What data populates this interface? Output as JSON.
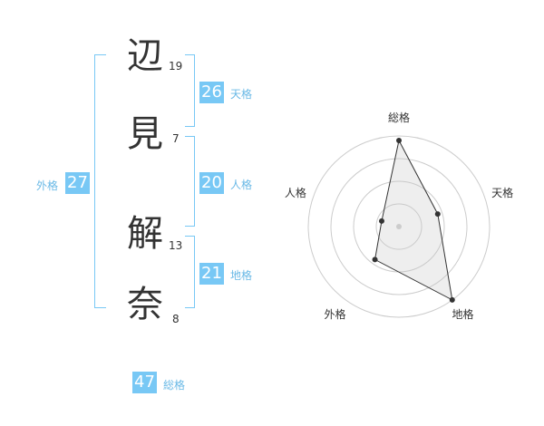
{
  "name_chars": [
    {
      "char": "辺",
      "strokes": "19"
    },
    {
      "char": "見",
      "strokes": "7"
    },
    {
      "char": "解",
      "strokes": "13"
    },
    {
      "char": "奈",
      "strokes": "8"
    }
  ],
  "kakusu": {
    "tenkaku": {
      "value": "26",
      "label": "天格"
    },
    "jinkaku": {
      "value": "20",
      "label": "人格"
    },
    "chikaku": {
      "value": "21",
      "label": "地格"
    },
    "gaikaku": {
      "value": "27",
      "label": "外格"
    },
    "soukaku": {
      "value": "47",
      "label": "総格"
    }
  },
  "colors": {
    "accent": "#78c8f5",
    "accent_text": "#6ab9e6",
    "text": "#333333",
    "grid": "#cccccc"
  },
  "chart_data": {
    "type": "radar",
    "axes": [
      "総格",
      "天格",
      "地格",
      "外格",
      "人格"
    ],
    "values": [
      0.95,
      0.45,
      1.0,
      0.45,
      0.2
    ],
    "rings": 4,
    "range": [
      0,
      1
    ]
  }
}
